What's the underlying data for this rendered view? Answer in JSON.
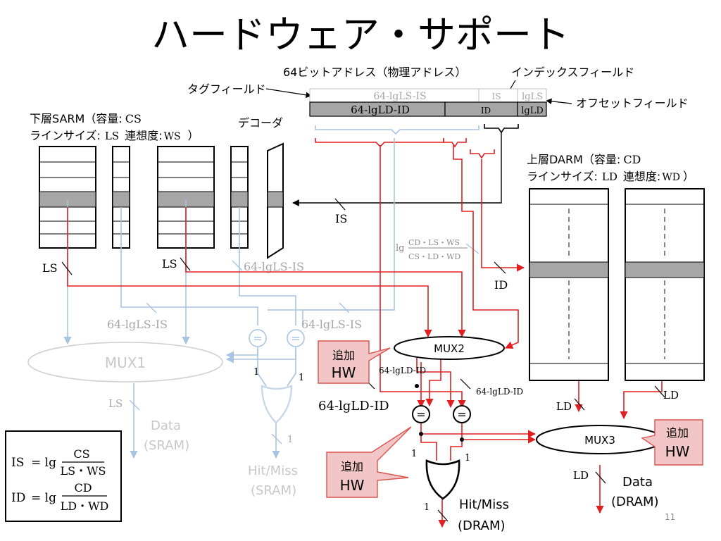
{
  "title": "ハードウェア・サポート",
  "address": {
    "caption": "64ビットアドレス（物理アドレス）",
    "tag_field_label": "タグフィールド",
    "index_field_label": "インデックスフィールド",
    "offset_field_label": "オフセットフィールド",
    "sram_row": {
      "tag": "64-lgLS-IS",
      "index": "IS",
      "offset": "lgLS"
    },
    "dram_row": {
      "tag": "64-lgLD-ID",
      "index": "ID",
      "offset": "lgLD"
    }
  },
  "lower_cache": {
    "line1": "下層SARM（容量:",
    "cap_symbol": "CS",
    "line2": "ラインサイズ:",
    "line_symbol": "LS",
    "assoc": "連想度:",
    "assoc_symbol": "WS",
    "close": "）"
  },
  "upper_cache": {
    "line1": "上層DARM（容量:",
    "cap_symbol": "CD",
    "line2": "ラインサイズ:",
    "line_symbol": "LD",
    "assoc": "連想度:",
    "assoc_symbol": "WD",
    "close": "）"
  },
  "decoder_label": "デコーダ",
  "signals": {
    "is": "IS",
    "id": "ID",
    "ls1": "LS",
    "ls2": "LS",
    "ls3": "LS",
    "sram_tag1": "64-lgLS-IS",
    "sram_tag2": "64-lgLS-IS",
    "sram_tag3": "64-lgLS-IS",
    "dram_tag1": "64-lgLD-ID",
    "dram_tag2": "64-lgLD-ID",
    "dram_tag3": "64-lgLD-ID",
    "ld1": "LD",
    "ld2": "LD",
    "ld3": "LD",
    "one": "1",
    "ratio_prefix": "lg",
    "ratio_num": "CD・LS・WS",
    "ratio_den": "CS・LD・WD"
  },
  "blocks": {
    "mux1": "MUX1",
    "mux2": "MUX2",
    "mux3": "MUX3",
    "eq": "="
  },
  "outputs": {
    "sram_data": [
      "Data",
      "(SRAM)"
    ],
    "sram_hit": [
      "Hit/Miss",
      "(SRAM)"
    ],
    "dram_data": [
      "Data",
      "(DRAM)"
    ],
    "dram_hit": [
      "Hit/Miss",
      "(DRAM)"
    ]
  },
  "callouts": {
    "line1": "追加",
    "line2": "HW"
  },
  "formulas": {
    "is_lhs": "IS",
    "is_num": "CS",
    "is_den": "LS・WS",
    "id_lhs": "ID",
    "id_num": "CD",
    "id_den": "LD・WD",
    "eq_lg": "= lg"
  },
  "page_number": "11",
  "colors": {
    "red": "#e02020",
    "lightblue": "#a9c4e2",
    "gray_fill": "#a6a6a6",
    "callout_fill": "#f2c6c6",
    "callout_border": "#d9534f"
  }
}
